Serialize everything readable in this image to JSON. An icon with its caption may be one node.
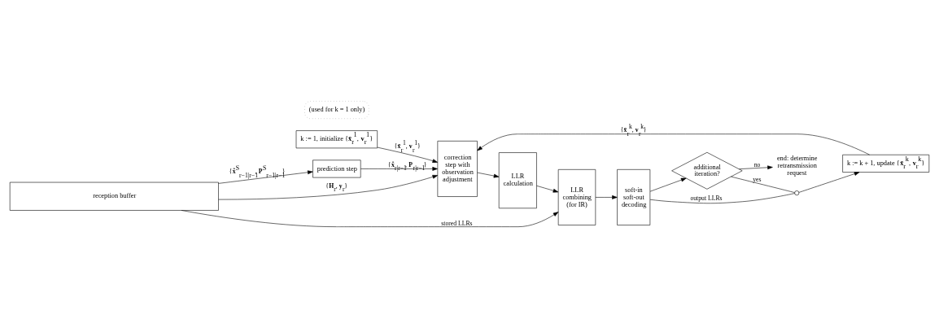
{
  "diagram": {
    "nodes": [
      {
        "text": [
          "k := 1, initialize {**x̄**$_{r}$$^{1}$, **v**$_{r}$$^{1}$}"
        ]
      },
      {
        "text": [
          "k := k + 1, update {**x̄**$_{r}$$^{k}$, **v**$_{r}$$^{k}$}"
        ]
      },
      {
        "text": [
          "prediction step"
        ]
      },
      {
        "text": [
          "correction step with observation adjustment"
        ]
      },
      {
        "text": [
          "LLR calculation"
        ]
      },
      {
        "text": [
          "LLR combining (for IR)"
        ]
      },
      {
        "text": [
          "soft-in soft-out decoding"
        ]
      },
      {
        "text": [
          "additional iteration?"
        ]
      },
      {
        "text": [
          "end: determine retransmission request"
        ]
      },
      {
        "text": [
          "reception buffer"
        ]
      },
      {
        "text": [],
        "shape": "circle"
      }
    ],
    "edges": [
      {
        "from": 0,
        "to": 3,
        "arrow": "to",
        "label": "{**x̄**$_{r}$$^{1}$, **v**$_{r}$$^{1}$}"
      },
      {
        "from": 2,
        "to": 3,
        "arrow": "to",
        "label": "{**x̂**$_{r|r−1}$, **P**$_{r|r−1}$}"
      },
      {
        "from": 9,
        "to": 2,
        "arrow": "to",
        "label": "{**x̂**$^{S}$$_{r−1|r−1}$, **P**$^{S}$$_{r−1|r−1}$}"
      },
      {
        "from": 9,
        "to": 3,
        "arrow": "to",
        "label": "{**H**$_{r}$, **y**$_{r}$}"
      },
      {
        "from": 9,
        "to": 5,
        "arrow": "to",
        "label": "stored LLRs"
      },
      {
        "from": 3,
        "to": 4,
        "arrow": "to"
      },
      {
        "from": 4,
        "to": 5,
        "arrow": "to"
      },
      {
        "from": 5,
        "to": 6,
        "arrow": "to"
      },
      {
        "from": 6,
        "to": 7,
        "arrow": "to"
      },
      {
        "from": 6,
        "to": 10,
        "arrow": "none",
        "label": "output LLRs"
      },
      {
        "from": 7,
        "to": 10,
        "arrow": "none",
        "label": "yes"
      },
      {
        "from": 10,
        "to": 1,
        "arrow": "to"
      },
      {
        "from": 1,
        "to": 3,
        "arrow": "to",
        "label": "{**x̄**$_{r}$$^{k}$, **v**$_{r}$$^{k}$}"
      },
      {
        "from": 7,
        "to": 8,
        "arrow": "to",
        "label": "no"
      }
    ],
    "labels": [
      "(used for k = 1 only)"
    ]
  }
}
